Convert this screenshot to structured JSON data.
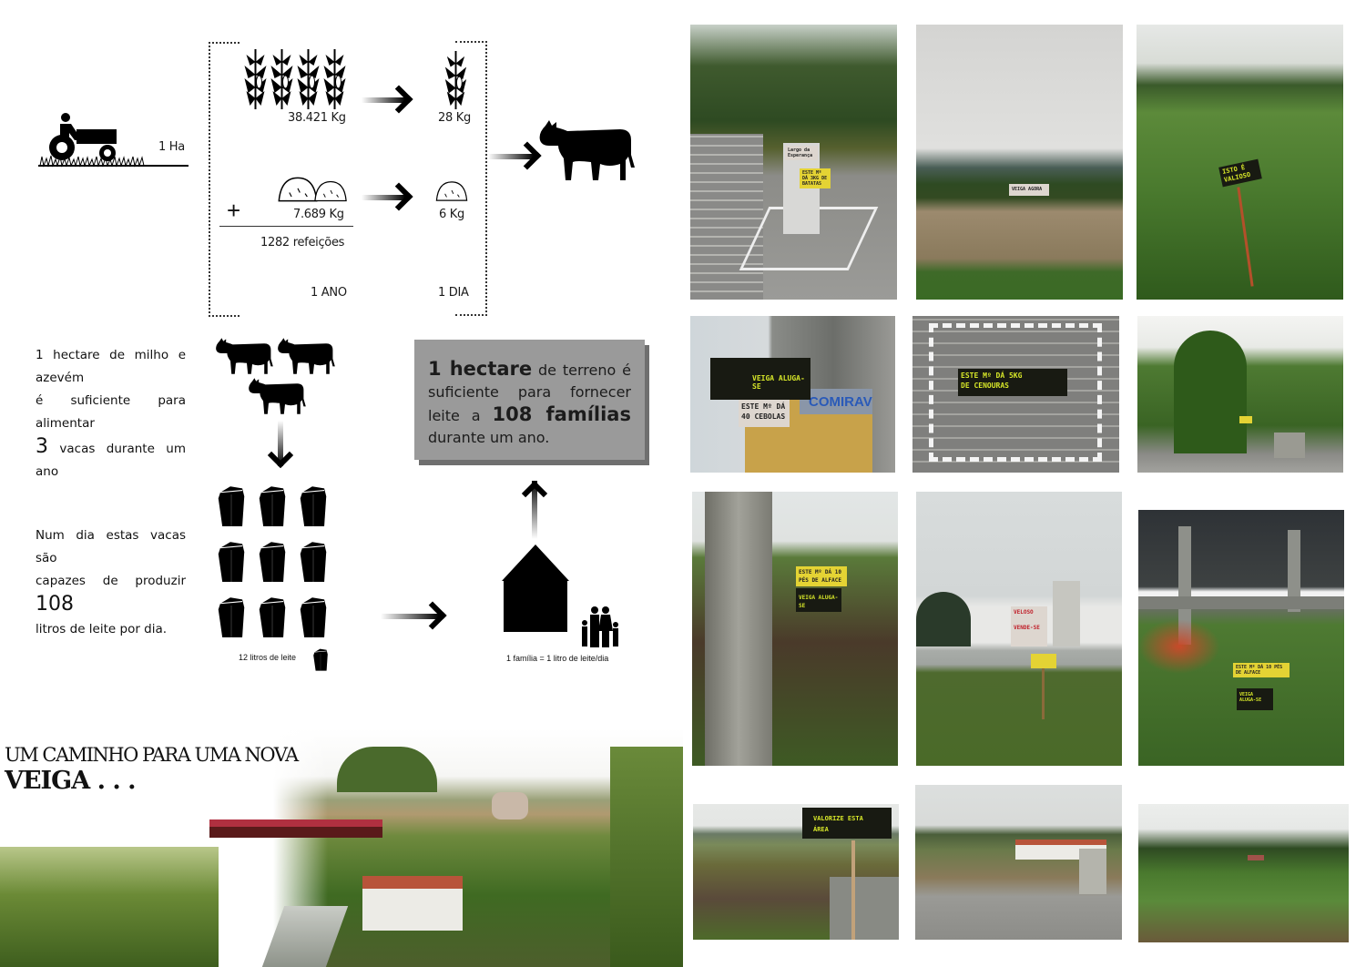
{
  "infographic": {
    "area_label": "1 Ha",
    "corn_year": "38.421 Kg",
    "corn_day": "28 Kg",
    "hay_year": "7.689 Kg",
    "hay_day": "6 Kg",
    "plus_sign": "+",
    "meals": "1282 refeições",
    "period_year": "1 ANO",
    "period_day": "1 DIA",
    "cows_text": {
      "line1": "1 hectare de milho e azevém",
      "line2": "é suficiente para alimentar",
      "num": "3",
      "line3_rest": "vacas durante um ano"
    },
    "milk_text": {
      "line1": "Num dia estas vacas são",
      "line2": "capazes de produzir",
      "num": "108",
      "line3": "litros de leite por dia."
    },
    "carton_legend": "12 litros de leite",
    "family_legend": "1 família = 1 litro de leite/dia",
    "callout": {
      "p1_bold": "1 hectare",
      "p1_rest": "de terreno é suficiente para fornecer leite a",
      "p2_bold": "108 famílias",
      "p2_rest": "durante um ano."
    }
  },
  "title": {
    "line1": "UM CAMINHO PARA UMA NOVA",
    "line2": "VEIGA . . ."
  },
  "photos": {
    "p1_sign_a": "Largo da Esperança",
    "p1_sign_b": "ESTE Mº DÁ 3KG DE BATATAS",
    "p2_sign": "VEIGA AGORA",
    "p3_sign": "ISTO É VALIOSO",
    "p4_sign_a": "VEIGA ALUGA-SE",
    "p4_sign_b": "ESTE Mº DÁ 40 CEBOLAS",
    "p4_wall": "COMIRAV",
    "p5_sign": "ESTE Mº DÁ 5KG DE CENOURAS",
    "p7_sign_a": "ESTE Mº DÁ 10 PÉS DE ALFACE",
    "p7_sign_b": "VEIGA ALUGA-SE",
    "p8_sign_a": "VELOSO",
    "p8_sign_b": "VENDE-SE",
    "p9_sign_a": "ESTE Mº DÁ 10 PÉS DE ALFACE",
    "p9_sign_b": "VEIGA ALUGA-SE",
    "p10_sign": "VALORIZE ESTA ÁREA"
  }
}
